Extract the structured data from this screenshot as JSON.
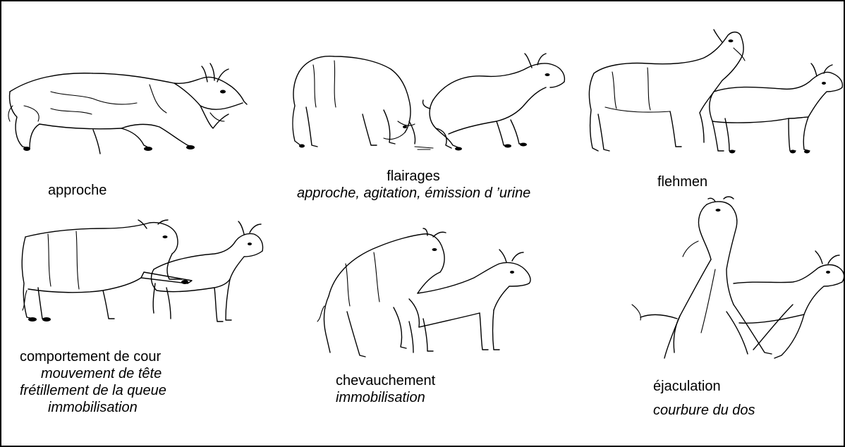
{
  "stages": [
    {
      "id": "approche",
      "title": "approche",
      "details": []
    },
    {
      "id": "flairages",
      "title": "flairages",
      "details": [
        "approche, agitation, émission d ’urine"
      ]
    },
    {
      "id": "flehmen",
      "title": "flehmen",
      "details": []
    },
    {
      "id": "cour",
      "title": "comportement de cour",
      "details": [
        "mouvement de tête",
        "frétillement de la queue",
        "immobilisation"
      ]
    },
    {
      "id": "chevauchement",
      "title": "chevauchement",
      "details": [
        "immobilisation"
      ]
    },
    {
      "id": "ejaculation",
      "title": "éjaculation",
      "details": [
        "courbure du dos"
      ]
    }
  ]
}
